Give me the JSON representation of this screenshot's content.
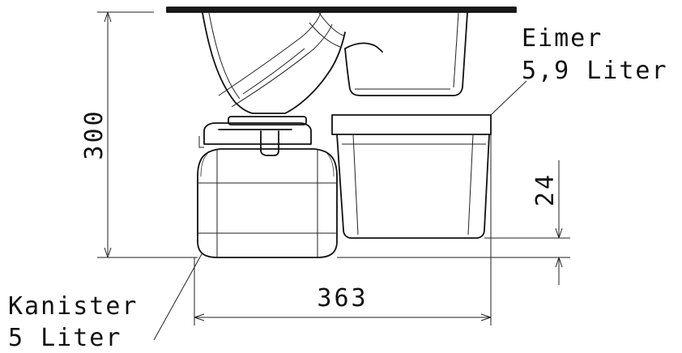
{
  "labels": {
    "bucket_name": "Eimer",
    "bucket_volume": "5,9 Liter",
    "canister_name": "Kanister",
    "canister_volume": "5 Liter"
  },
  "dimensions": {
    "height": "300",
    "width": "363",
    "clearance": "24"
  }
}
